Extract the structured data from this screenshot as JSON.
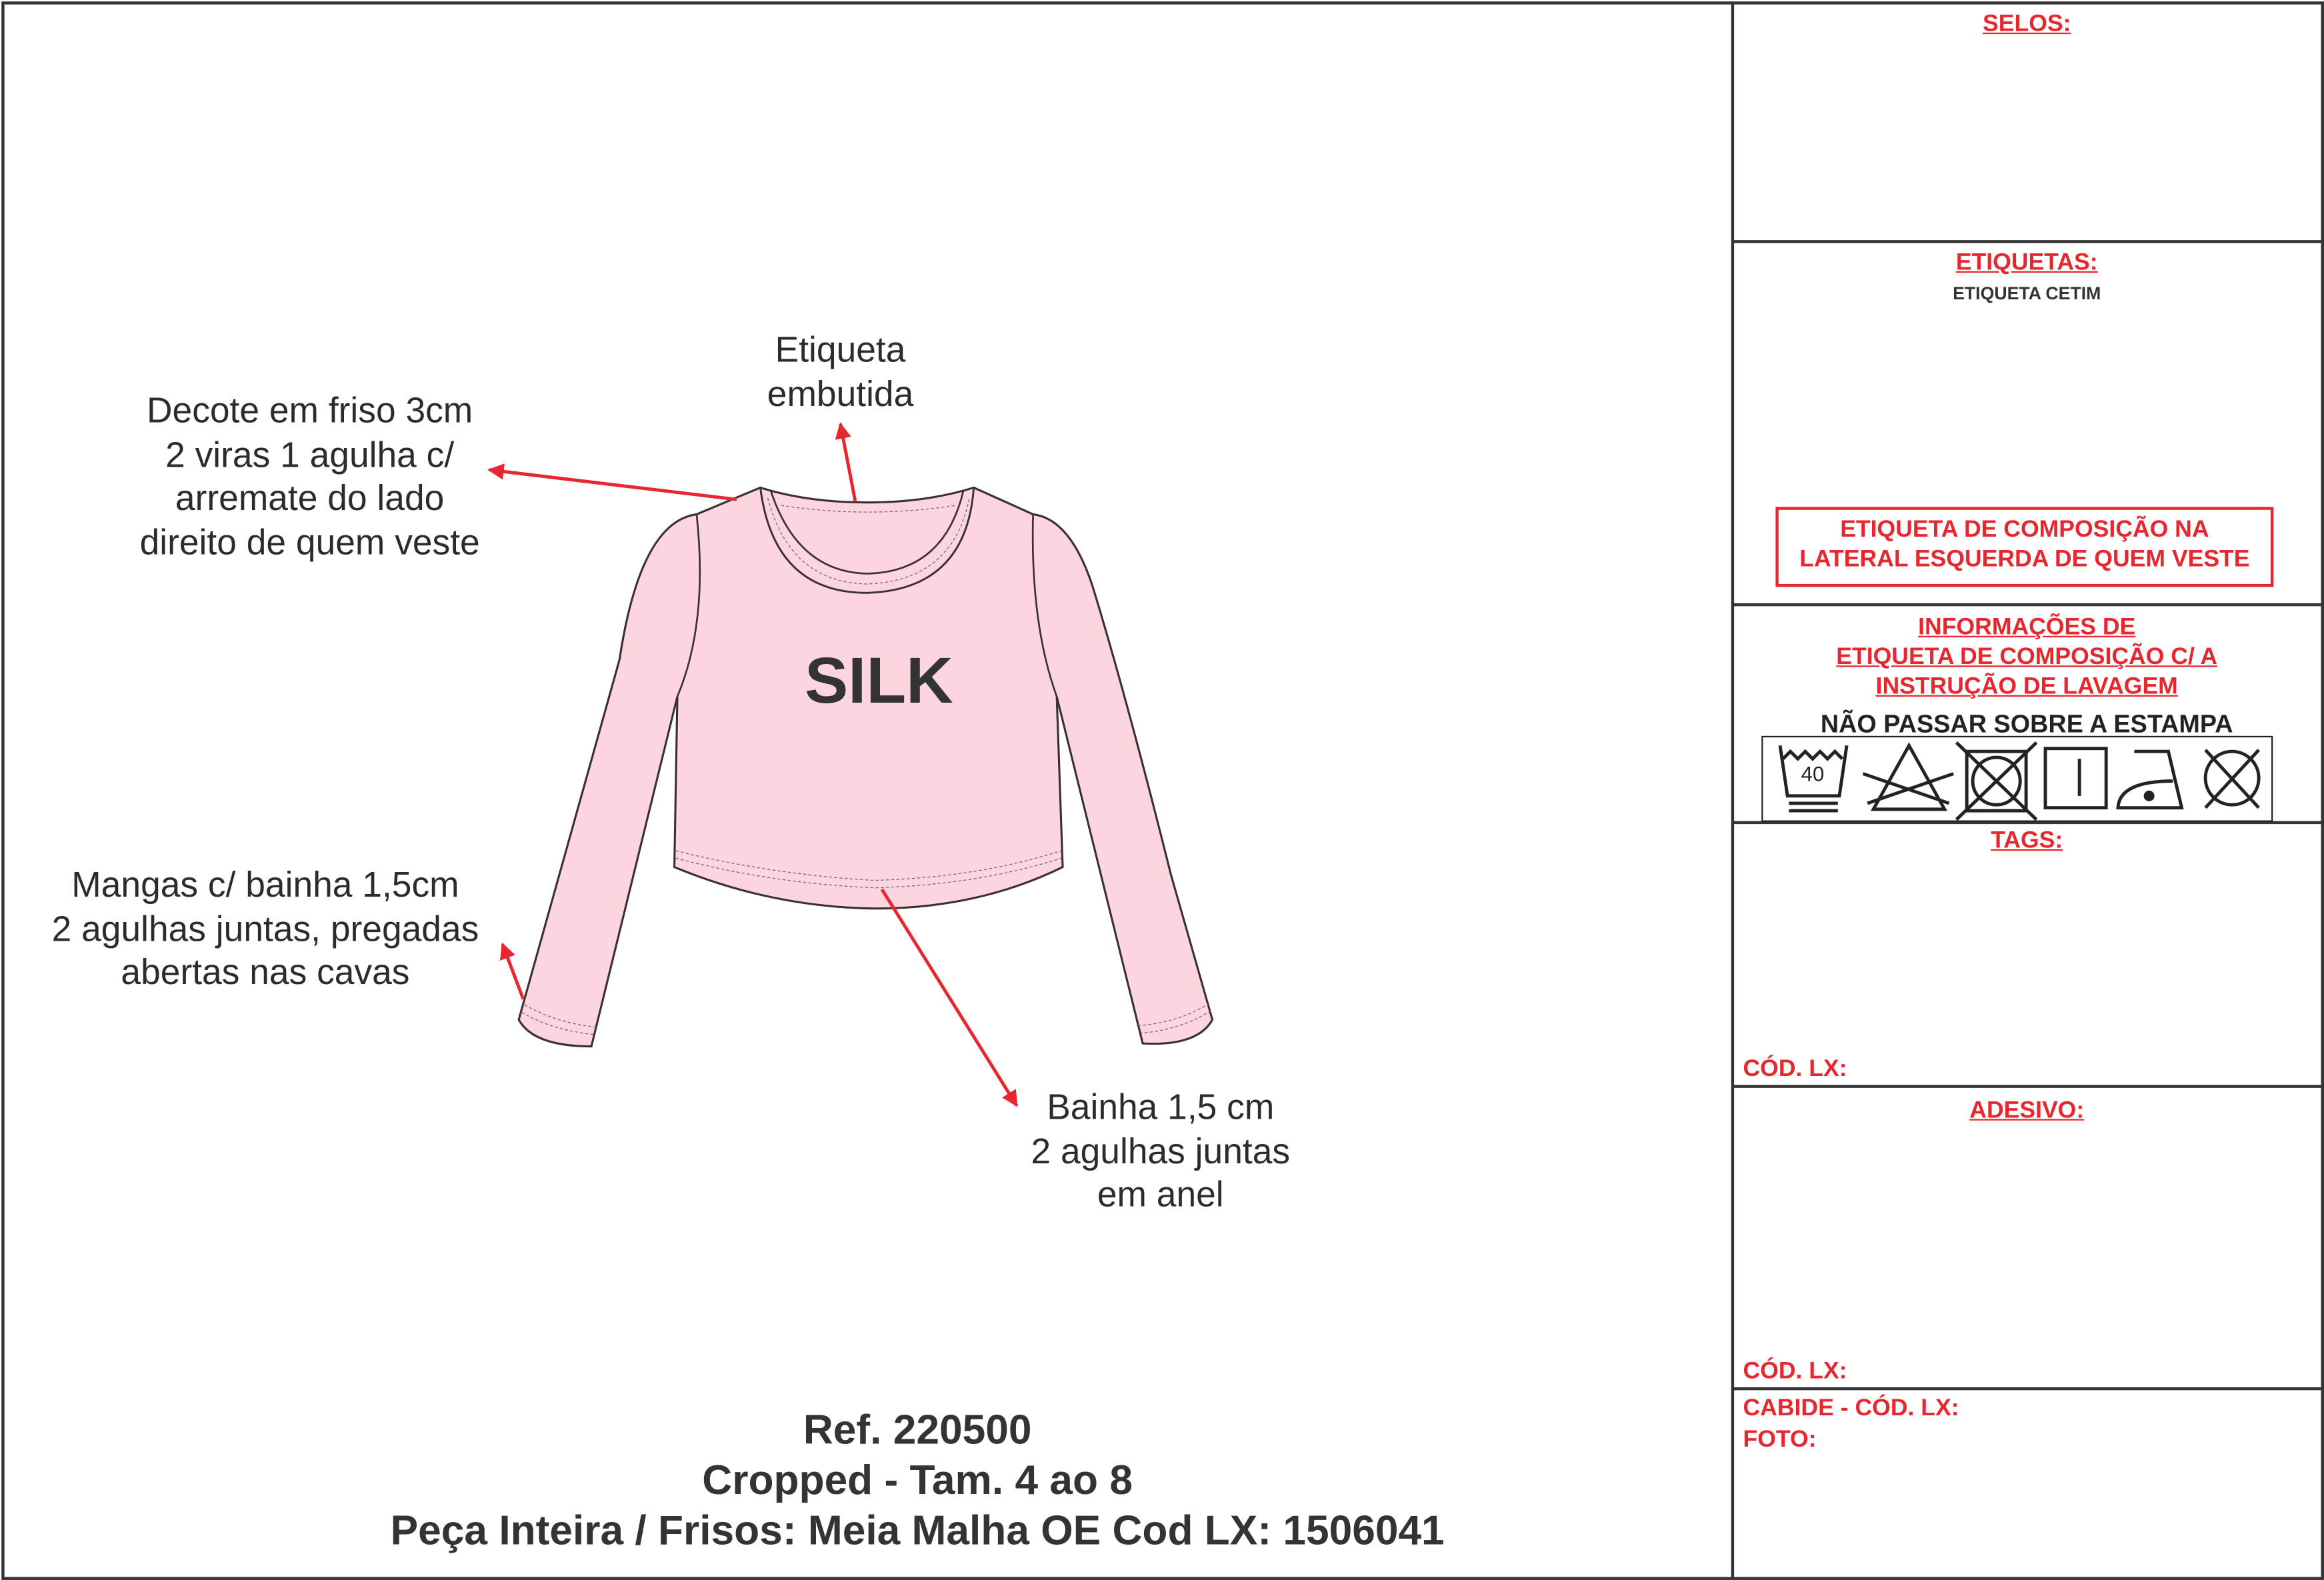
{
  "garment": {
    "print_text": "SILK",
    "fill_color": "#fdd5df",
    "outline_color": "#3a3033",
    "arrow_color": "#e8262d"
  },
  "annotations": {
    "label": [
      "Etiqueta",
      "embutida"
    ],
    "neckline": [
      "Decote em friso 3cm",
      "2 viras 1 agulha c/",
      "arremate do lado",
      "direito de quem veste"
    ],
    "sleeves": [
      "Mangas c/ bainha 1,5cm",
      "2 agulhas juntas, pregadas",
      "abertas nas cavas"
    ],
    "hem": [
      "Bainha 1,5 cm",
      "2 agulhas juntas",
      "em anel"
    ]
  },
  "footer": {
    "ref": "Ref. 220500",
    "model": "Cropped - Tam. 4 ao 8",
    "fabric": "Peça Inteira / Frisos: Meia Malha OE Cod LX: 1506041"
  },
  "panel": {
    "selos": "SELOS:",
    "etiquetas": "ETIQUETAS:",
    "etiqueta_tipo": "ETIQUETA CETIM",
    "composicao_box": [
      "ETIQUETA DE COMPOSIÇÃO NA",
      "LATERAL ESQUERDA DE QUEM VESTE"
    ],
    "info_title": [
      "INFORMAÇÕES DE",
      "ETIQUETA DE COMPOSIÇÃO C/ A",
      "INSTRUÇÃO DE LAVAGEM"
    ],
    "warning": "NÃO PASSAR SOBRE A ESTAMPA",
    "wash_temp": "40",
    "care_icons": [
      "wash-40-gentle-icon",
      "do-not-bleach-icon",
      "do-not-tumble-dry-icon",
      "line-dry-icon",
      "iron-low-icon",
      "do-not-dry-clean-icon"
    ],
    "tags": "TAGS:",
    "cod_lx_tags": "CÓD. LX:",
    "adesivo": "ADESIVO:",
    "cod_lx_adesivo": "CÓD. LX:",
    "cabide": "CABIDE - CÓD. LX:",
    "foto": "FOTO:"
  }
}
